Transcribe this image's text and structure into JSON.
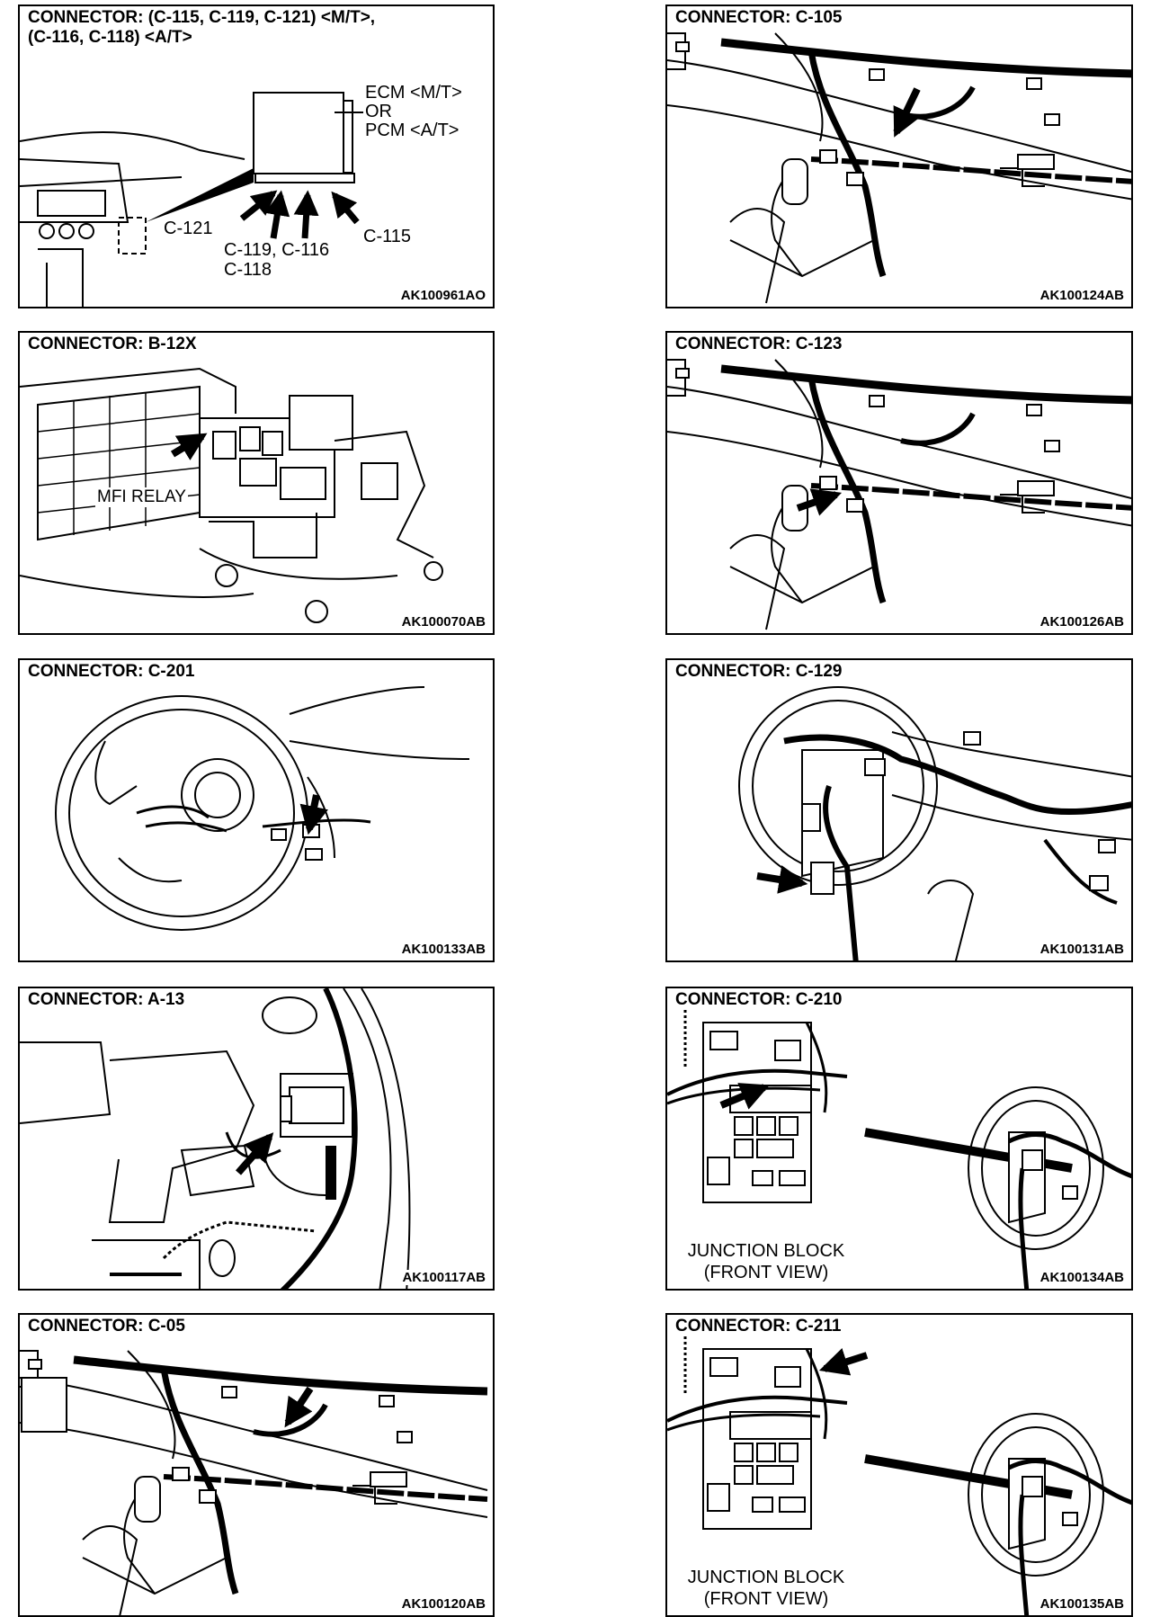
{
  "panels": {
    "p1": {
      "title_line1": "CONNECTOR: (C-115, C-119, C-121) <M/T>,",
      "title_line2": "(C-116, C-118) <A/T>",
      "ecm_line1": "ECM <M/T>",
      "ecm_line2": "OR",
      "ecm_line3": "PCM <A/T>",
      "c121": "C-121",
      "c119_c116": "C-119, C-116",
      "c118": "C-118",
      "c115": "C-115",
      "code": "AK100961AO"
    },
    "p2": {
      "title": "CONNECTOR: C-105",
      "code": "AK100124AB"
    },
    "p3": {
      "title": "CONNECTOR: B-12X",
      "relay": "MFI RELAY",
      "code": "AK100070AB"
    },
    "p4": {
      "title": "CONNECTOR: C-123",
      "code": "AK100126AB"
    },
    "p5": {
      "title": "CONNECTOR: C-201",
      "code": "AK100133AB"
    },
    "p6": {
      "title": "CONNECTOR: C-129",
      "code": "AK100131AB"
    },
    "p7": {
      "title": "CONNECTOR: A-13",
      "code": "AK100117AB"
    },
    "p8": {
      "title": "CONNECTOR: C-210",
      "jb_line1": "JUNCTION BLOCK",
      "jb_line2": "(FRONT VIEW)",
      "code": "AK100134AB"
    },
    "p9": {
      "title": "CONNECTOR: C-05",
      "code": "AK100120AB"
    },
    "p10": {
      "title": "CONNECTOR: C-211",
      "jb_line1": "JUNCTION BLOCK",
      "jb_line2": "(FRONT VIEW)",
      "code": "AK100135AB"
    }
  }
}
